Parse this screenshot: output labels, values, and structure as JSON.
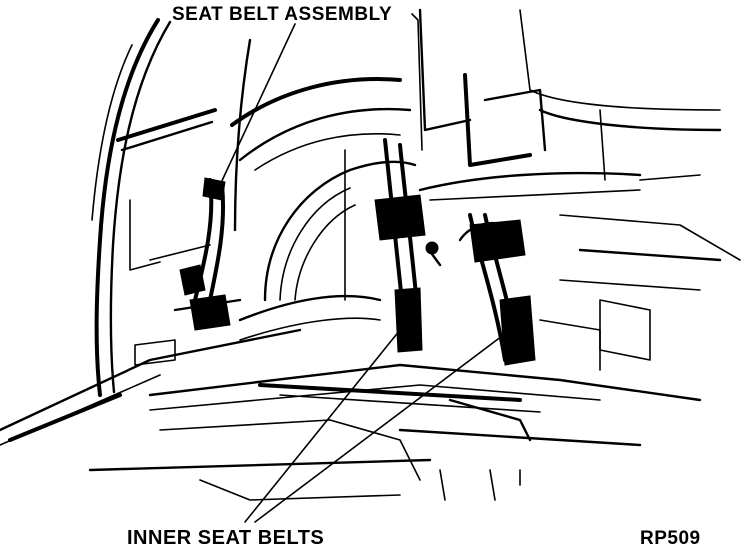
{
  "labels": {
    "seat_belt_assembly": "SEAT BELT ASSEMBLY",
    "inner_seat_belts": "INNER SEAT BELTS",
    "figure_code": "RP509"
  },
  "colors": {
    "ink": "#000000",
    "paper": "#ffffff"
  }
}
